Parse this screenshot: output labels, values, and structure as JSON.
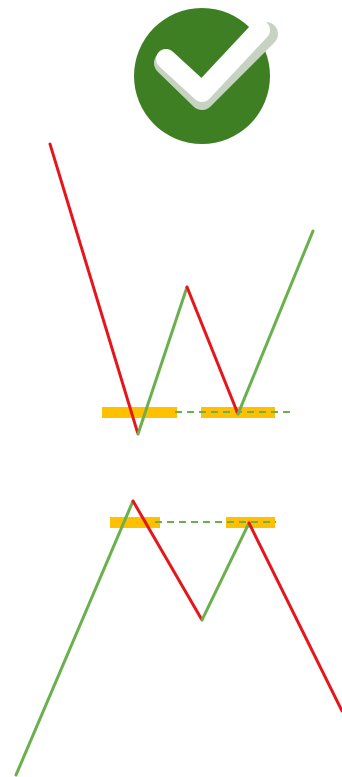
{
  "colors": {
    "background": "#ffffff",
    "badge_fill": "#3f7f24",
    "checkmark": "#ffffff",
    "checkmark_shadow": "#c7d3c2",
    "up_segment": "#6ab04c",
    "down_segment": "#e5151b",
    "support_zone": "#ffc000",
    "level_line": "#6ab04c"
  },
  "icons": {
    "status": "check-circle-icon"
  },
  "patterns": [
    {
      "name": "double-bottom",
      "segments": [
        "down",
        "up",
        "down",
        "up"
      ],
      "level_line_style": "dashed"
    },
    {
      "name": "double-top",
      "segments": [
        "up",
        "down",
        "up",
        "down"
      ],
      "level_line_style": "dashed"
    }
  ]
}
